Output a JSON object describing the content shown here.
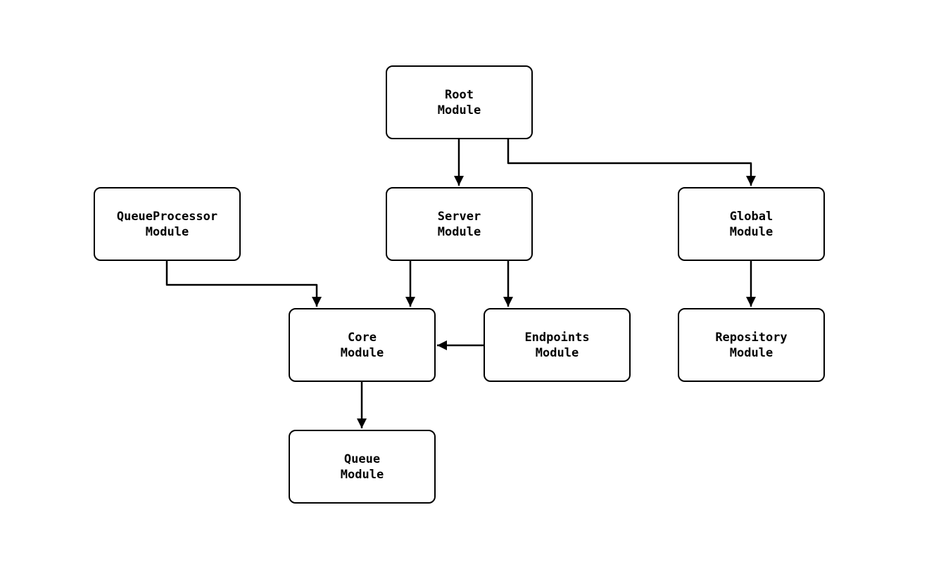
{
  "diagram": {
    "type": "flowchart",
    "background_color": "#ffffff",
    "node_fill_color": "#ffffff",
    "node_border_color": "#000000",
    "edge_color": "#000000",
    "nodes": {
      "root": {
        "label": "Root\nModule"
      },
      "queueprocessor": {
        "label": "QueueProcessor\nModule"
      },
      "server": {
        "label": "Server\nModule"
      },
      "global": {
        "label": "Global\nModule"
      },
      "core": {
        "label": "Core\nModule"
      },
      "endpoints": {
        "label": "Endpoints\nModule"
      },
      "repository": {
        "label": "Repository\nModule"
      },
      "queue": {
        "label": "Queue\nModule"
      }
    },
    "edges": [
      {
        "from": "Root Module",
        "to": "Server Module"
      },
      {
        "from": "Root Module",
        "to": "Global Module"
      },
      {
        "from": "QueueProcessor Module",
        "to": "Core Module"
      },
      {
        "from": "Server Module",
        "to": "Core Module"
      },
      {
        "from": "Server Module",
        "to": "Endpoints Module"
      },
      {
        "from": "Endpoints Module",
        "to": "Core Module"
      },
      {
        "from": "Global Module",
        "to": "Repository Module"
      },
      {
        "from": "Core Module",
        "to": "Queue Module"
      }
    ]
  }
}
